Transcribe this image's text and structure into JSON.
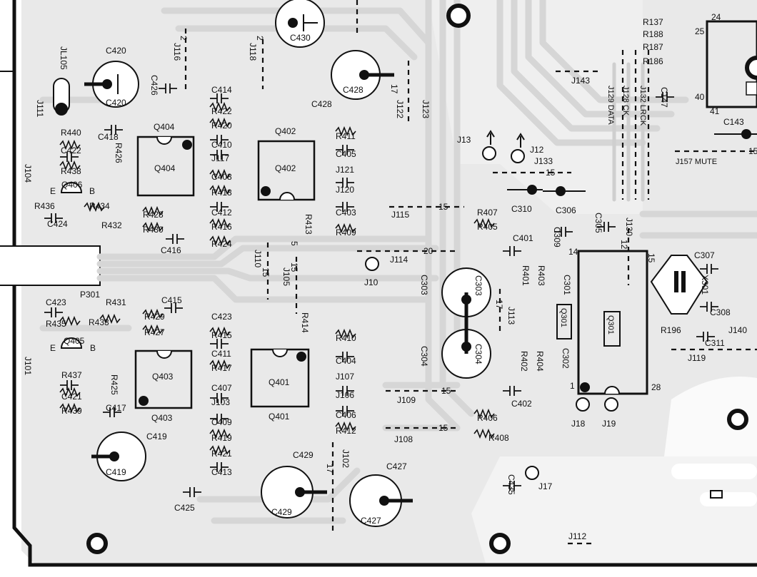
{
  "top_components": [
    "R137",
    "R188",
    "R187",
    "R186"
  ],
  "left_components": [
    "JL105",
    "C420",
    "C420",
    "C426",
    "J111",
    "R440",
    "C418",
    "R426",
    "C422",
    "R438",
    "Q406",
    "E",
    "B",
    "J104",
    "R436",
    "R434",
    "C424",
    "R432"
  ],
  "q404": [
    "Q404",
    "Q404",
    "R428",
    "R430",
    "C416"
  ],
  "mid_column": [
    "C414",
    "R422",
    "R420",
    "C410",
    "J117",
    "C408",
    "R418",
    "C412",
    "R416",
    "R424"
  ],
  "jumpers_top": [
    "J116",
    "J118",
    "C430",
    "C428",
    "C428",
    "J122",
    "J123"
  ],
  "q402": [
    "Q402",
    "Q402",
    "R413"
  ],
  "rcol": [
    "R411",
    "C405",
    "J121",
    "J120",
    "C403",
    "R409",
    "J115"
  ],
  "right_mid": [
    "J13",
    "J12",
    "J133",
    "C310",
    "C306",
    "R407",
    "R405",
    "C401",
    "C309",
    "C305",
    "J130",
    "J129 DATA",
    "J128 CK",
    "J132 LRCK",
    "J143",
    "C147",
    "J157 MUTE",
    "C143"
  ],
  "ic_region": [
    "24",
    "25",
    "40",
    "41",
    "15",
    "14",
    "1",
    "28",
    "Q301",
    "Q301",
    "C307",
    "X301",
    "C308",
    "R196",
    "C311",
    "J140",
    "J119",
    "J18",
    "J19"
  ],
  "center_components": [
    "J114",
    "J10",
    "J110",
    "J105",
    "R414",
    "C303",
    "C303",
    "C304",
    "C304",
    "J113",
    "R401",
    "R403",
    "C301",
    "R402",
    "R404",
    "C302",
    "C402",
    "R406",
    "R408",
    "J109",
    "J108"
  ],
  "lower_left": [
    "P301",
    "C423",
    "R431",
    "C415",
    "R435",
    "R433",
    "R429",
    "R427",
    "Q405",
    "E",
    "B",
    "J101",
    "R437",
    "C421",
    "R439",
    "R425",
    "C417",
    "Q403",
    "Q403",
    "C419",
    "C419",
    "C425"
  ],
  "lower_mid": [
    "C423",
    "R415",
    "C411",
    "R417",
    "C407",
    "J103",
    "C409",
    "R419",
    "R421",
    "C413",
    "Q401",
    "Q401",
    "R410",
    "C404",
    "J107",
    "J106",
    "C406",
    "R412",
    "C429",
    "C429",
    "J102",
    "C427",
    "C427",
    "C435",
    "J17",
    "J112"
  ],
  "jumper_values": [
    "2",
    "2",
    "17",
    "15",
    "15",
    "20",
    "15",
    "15",
    "5",
    "15",
    "15",
    "17",
    "15",
    "17",
    "12"
  ]
}
